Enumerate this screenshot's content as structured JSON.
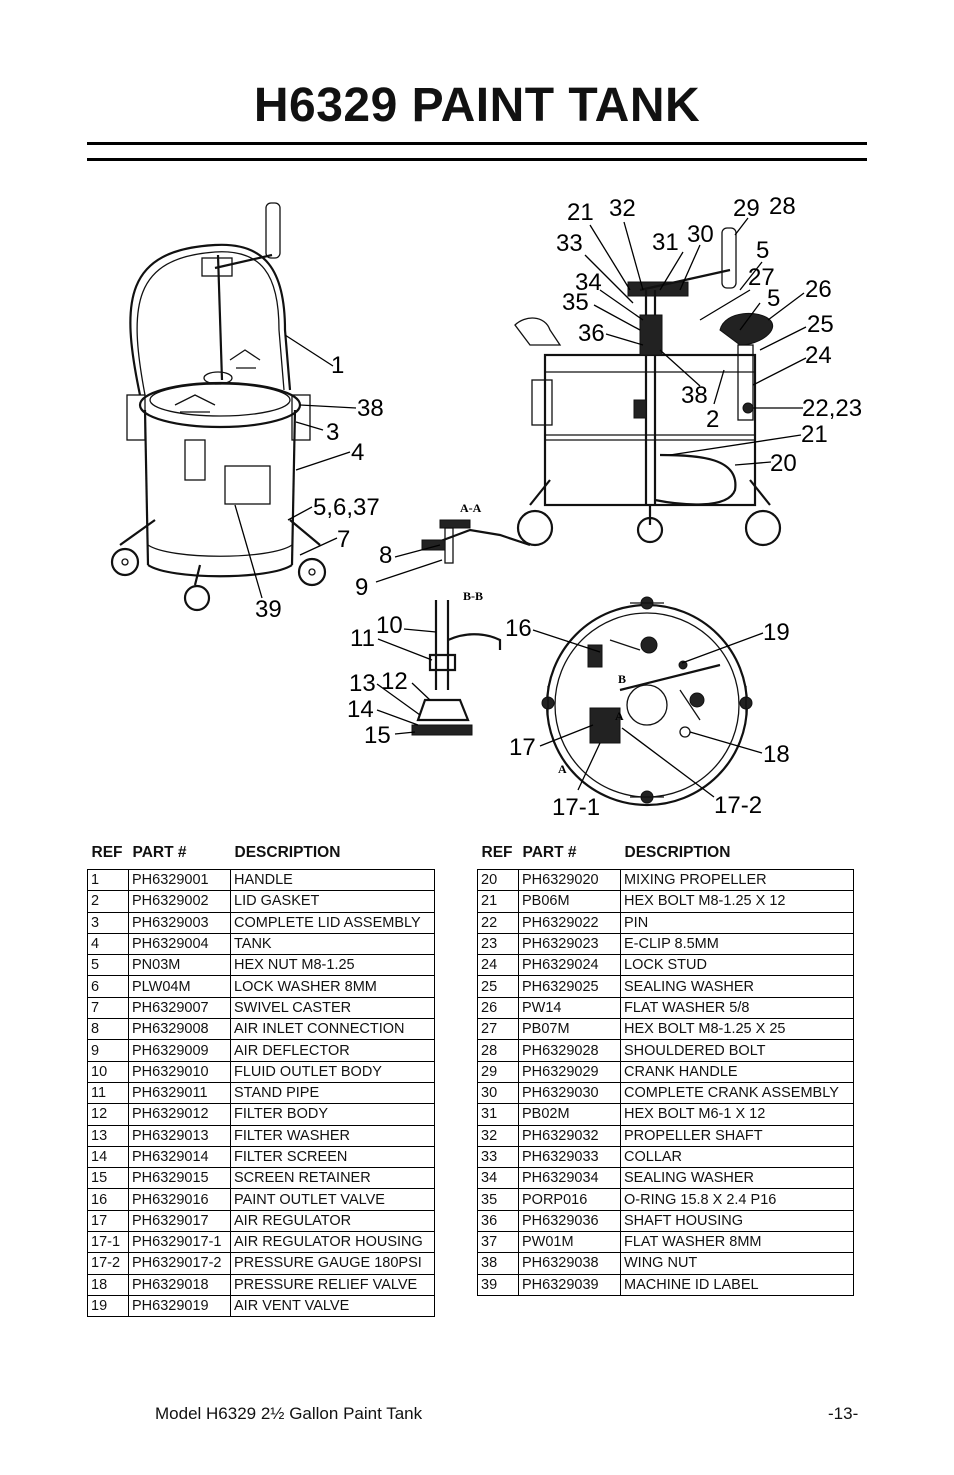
{
  "title": "H6329 PAINT TANK",
  "diagram": {
    "labels": [
      "1",
      "38",
      "3",
      "4",
      "5,6,37",
      "7",
      "8",
      "9",
      "39",
      "21",
      "32",
      "29",
      "28",
      "33",
      "31",
      "30",
      "5",
      "34",
      "27",
      "35",
      "5",
      "26",
      "36",
      "25",
      "24",
      "38",
      "2",
      "22,23",
      "21",
      "20",
      "11",
      "10",
      "16",
      "19",
      "13",
      "12",
      "14",
      "15",
      "17",
      "18",
      "17-1",
      "17-2"
    ],
    "sections": [
      "A-A",
      "B-B",
      "A",
      "B",
      "A"
    ]
  },
  "table_headers": {
    "ref": "REF",
    "part": "PART #",
    "desc": "DESCRIPTION"
  },
  "parts_left": [
    {
      "ref": "1",
      "part": "PH6329001",
      "desc": "HANDLE"
    },
    {
      "ref": "2",
      "part": "PH6329002",
      "desc": "LID GASKET"
    },
    {
      "ref": "3",
      "part": "PH6329003",
      "desc": "COMPLETE LID ASSEMBLY"
    },
    {
      "ref": "4",
      "part": "PH6329004",
      "desc": "TANK"
    },
    {
      "ref": "5",
      "part": "PN03M",
      "desc": "HEX NUT M8-1.25"
    },
    {
      "ref": "6",
      "part": "PLW04M",
      "desc": "LOCK WASHER 8MM"
    },
    {
      "ref": "7",
      "part": "PH6329007",
      "desc": "SWIVEL CASTER"
    },
    {
      "ref": "8",
      "part": "PH6329008",
      "desc": "AIR INLET CONNECTION"
    },
    {
      "ref": "9",
      "part": "PH6329009",
      "desc": "AIR DEFLECTOR"
    },
    {
      "ref": "10",
      "part": "PH6329010",
      "desc": "FLUID OUTLET BODY"
    },
    {
      "ref": "11",
      "part": "PH6329011",
      "desc": "STAND PIPE"
    },
    {
      "ref": "12",
      "part": "PH6329012",
      "desc": "FILTER BODY"
    },
    {
      "ref": "13",
      "part": "PH6329013",
      "desc": "FILTER WASHER"
    },
    {
      "ref": "14",
      "part": "PH6329014",
      "desc": "FILTER SCREEN"
    },
    {
      "ref": "15",
      "part": "PH6329015",
      "desc": "SCREEN RETAINER"
    },
    {
      "ref": "16",
      "part": "PH6329016",
      "desc": "PAINT OUTLET VALVE"
    },
    {
      "ref": "17",
      "part": "PH6329017",
      "desc": "AIR REGULATOR"
    },
    {
      "ref": "17-1",
      "part": "PH6329017-1",
      "desc": "AIR REGULATOR HOUSING"
    },
    {
      "ref": "17-2",
      "part": "PH6329017-2",
      "desc": "PRESSURE GAUGE 180PSI"
    },
    {
      "ref": "18",
      "part": "PH6329018",
      "desc": "PRESSURE RELIEF VALVE"
    },
    {
      "ref": "19",
      "part": "PH6329019",
      "desc": "AIR VENT VALVE"
    }
  ],
  "parts_right": [
    {
      "ref": "20",
      "part": "PH6329020",
      "desc": "MIXING PROPELLER"
    },
    {
      "ref": "21",
      "part": "PB06M",
      "desc": "HEX BOLT M8-1.25 X 12"
    },
    {
      "ref": "22",
      "part": "PH6329022",
      "desc": "PIN"
    },
    {
      "ref": "23",
      "part": "PH6329023",
      "desc": "E-CLIP 8.5MM"
    },
    {
      "ref": "24",
      "part": "PH6329024",
      "desc": "LOCK STUD"
    },
    {
      "ref": "25",
      "part": "PH6329025",
      "desc": "SEALING WASHER"
    },
    {
      "ref": "26",
      "part": "PW14",
      "desc": "FLAT WASHER 5/8"
    },
    {
      "ref": "27",
      "part": "PB07M",
      "desc": "HEX BOLT M8-1.25 X 25"
    },
    {
      "ref": "28",
      "part": "PH6329028",
      "desc": "SHOULDERED BOLT"
    },
    {
      "ref": "29",
      "part": "PH6329029",
      "desc": "CRANK HANDLE"
    },
    {
      "ref": "30",
      "part": "PH6329030",
      "desc": "COMPLETE CRANK ASSEMBLY"
    },
    {
      "ref": "31",
      "part": "PB02M",
      "desc": "HEX BOLT M6-1 X 12"
    },
    {
      "ref": "32",
      "part": "PH6329032",
      "desc": "PROPELLER SHAFT"
    },
    {
      "ref": "33",
      "part": "PH6329033",
      "desc": "COLLAR"
    },
    {
      "ref": "34",
      "part": "PH6329034",
      "desc": "SEALING WASHER"
    },
    {
      "ref": "35",
      "part": "PORP016",
      "desc": "O-RING 15.8 X 2.4 P16"
    },
    {
      "ref": "36",
      "part": "PH6329036",
      "desc": "SHAFT HOUSING"
    },
    {
      "ref": "37",
      "part": "PW01M",
      "desc": "FLAT WASHER 8MM"
    },
    {
      "ref": "38",
      "part": "PH6329038",
      "desc": "WING NUT"
    },
    {
      "ref": "39",
      "part": "PH6329039",
      "desc": "MACHINE ID LABEL"
    }
  ],
  "footer": {
    "model": "Model H6329  2½ Gallon Paint Tank",
    "page": "-13-"
  }
}
